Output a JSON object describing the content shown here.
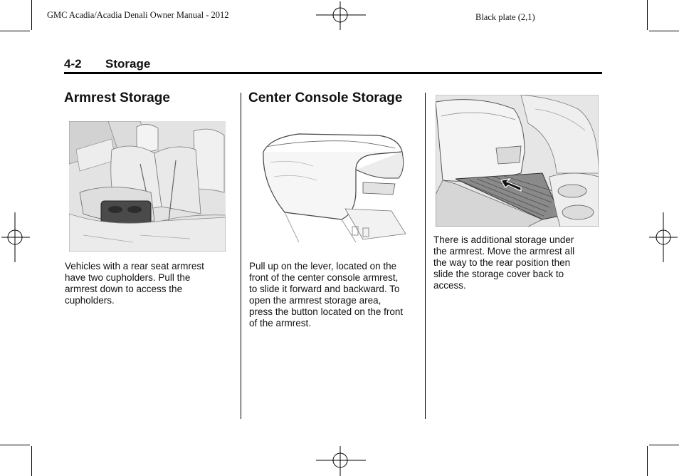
{
  "header": {
    "manual_title": "GMC Acadia/Acadia Denali Owner Manual - 2012",
    "plate": "Black plate (2,1)"
  },
  "section": {
    "number": "4-2",
    "title": "Storage"
  },
  "columns": [
    {
      "heading": "Armrest Storage",
      "text": "Vehicles with a rear seat armrest\nhave two cupholders. Pull the\narmrest down to access the\ncupholders."
    },
    {
      "heading": "Center Console Storage",
      "text": "Pull up on the lever, located on the\nfront of the center console armrest,\nto slide it forward and backward. To\nopen the armrest storage area,\npress the button located on the front\nof the armrest."
    },
    {
      "text": "There is additional storage under\nthe armrest. Move the armrest all\nthe way to the rear position then\nslide the storage cover back to\naccess."
    }
  ]
}
